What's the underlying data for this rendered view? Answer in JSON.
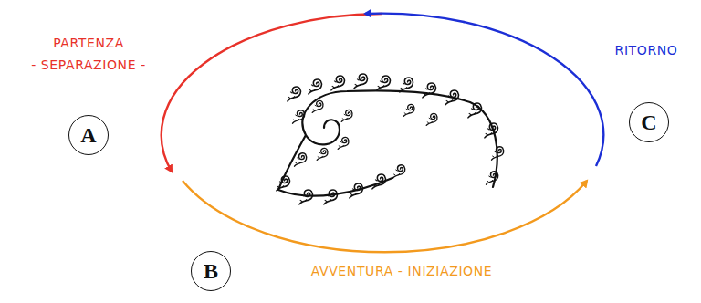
{
  "diagram": {
    "nodes": [
      {
        "text": [
          "A"
        ]
      },
      {
        "text": [
          "B"
        ]
      },
      {
        "text": [
          "C"
        ]
      }
    ],
    "labels": [
      "PARTENZA",
      "- SEPARAZIONE -",
      "RITORNO",
      "AVVENTURA - INIZIAZIONE"
    ]
  }
}
